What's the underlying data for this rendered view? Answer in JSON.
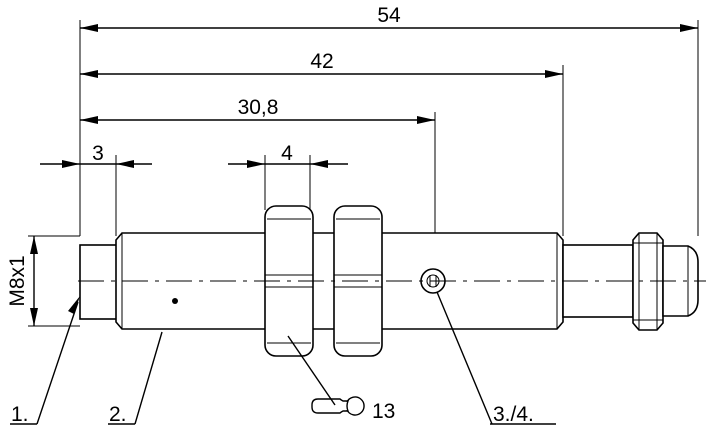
{
  "dimensions": {
    "overall_length": "54",
    "thread_length": "42",
    "led_position": "30,8",
    "sensing_face_length": "3",
    "nut_width": "4",
    "thread_size": "M8x1"
  },
  "wrench": {
    "size": "13"
  },
  "callouts": {
    "item_1": "1.",
    "item_2": "2.",
    "item_3_4": "3./4."
  }
}
